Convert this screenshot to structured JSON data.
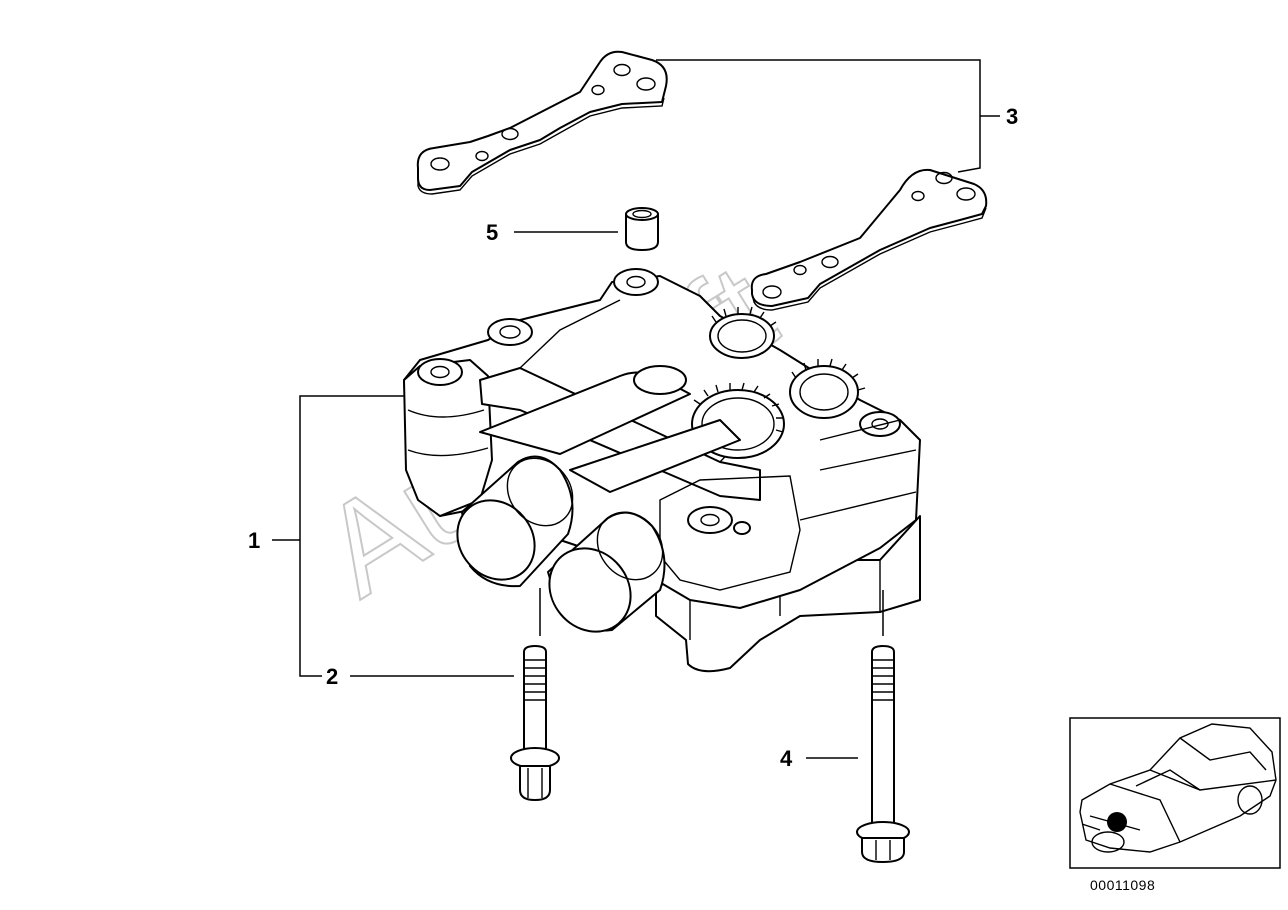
{
  "diagram": {
    "callouts": [
      {
        "id": "1",
        "label": "1"
      },
      {
        "id": "2",
        "label": "2"
      },
      {
        "id": "3",
        "label": "3"
      },
      {
        "id": "4",
        "label": "4"
      },
      {
        "id": "5",
        "label": "5"
      }
    ],
    "watermark": "AutoSoft",
    "diagram_number": "00011098"
  }
}
